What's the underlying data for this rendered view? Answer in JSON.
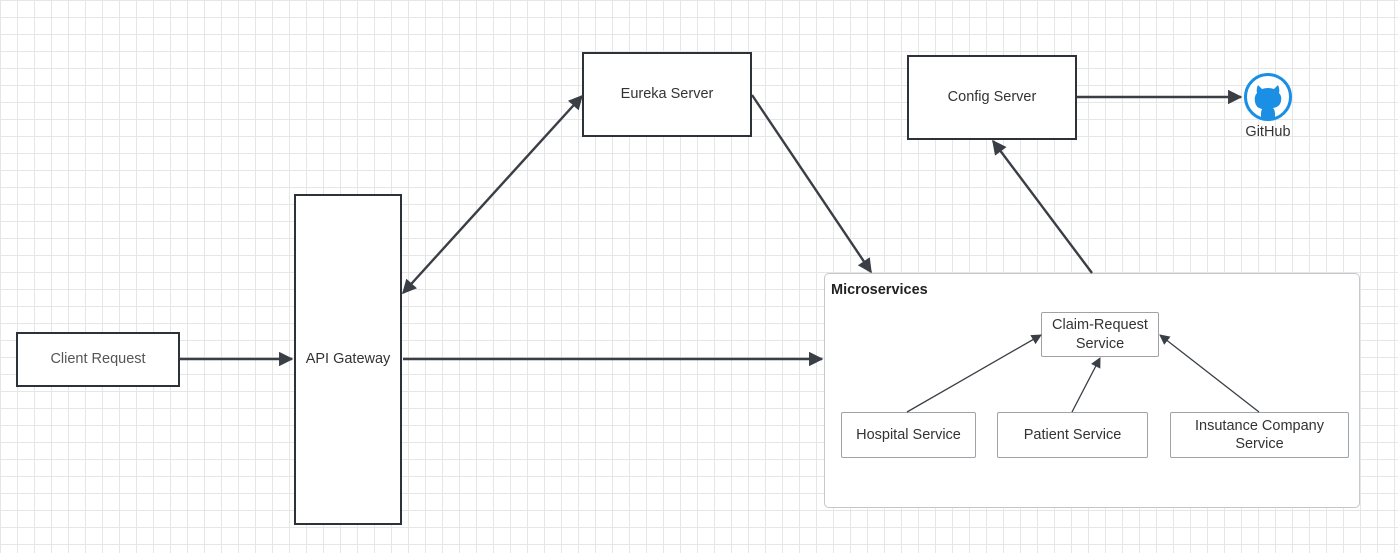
{
  "nodes": {
    "client_request": "Client Request",
    "api_gateway": "API Gateway",
    "eureka_server": "Eureka Server",
    "config_server": "Config Server",
    "github": "GitHub",
    "claim_request_service": "Claim-Request Service",
    "hospital_service": "Hospital Service",
    "patient_service": "Patient Service",
    "insurance_company_service": "Insutance Company Service"
  },
  "containers": {
    "microservices": "Microservices"
  },
  "colors": {
    "github_icon": "#1a8fe3",
    "edge": "#3a3f46",
    "grid": "#e6e6e6"
  },
  "icons": {
    "github": "github-icon"
  }
}
